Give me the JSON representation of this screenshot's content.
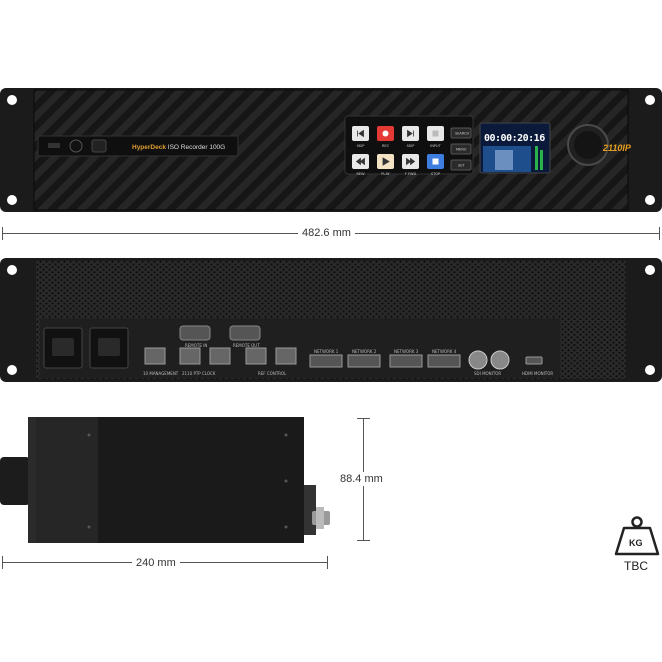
{
  "front": {
    "brand": "HyperDeck",
    "model": "ISO Recorder 100G",
    "timecode": "00:00:20:16",
    "badge": "2110IP",
    "buttons": [
      {
        "label": "SKIP",
        "color": "#e8e8e8",
        "icon": "skip-back-icon"
      },
      {
        "label": "REC",
        "color": "#e53935",
        "icon": "record-icon"
      },
      {
        "label": "SKIP",
        "color": "#e8e8e8",
        "icon": "skip-forward-icon"
      },
      {
        "label": "INPUT",
        "color": "#e8e8e8",
        "icon": "input-icon"
      },
      {
        "label": "REW",
        "color": "#e8e8e8",
        "icon": "rewind-icon"
      },
      {
        "label": "PLAY",
        "color": "#f3e3c3",
        "icon": "play-icon"
      },
      {
        "label": "F FWD",
        "color": "#e8e8e8",
        "icon": "fast-forward-icon"
      },
      {
        "label": "STOP",
        "color": "#3d7ee0",
        "icon": "stop-icon"
      }
    ],
    "side_buttons": [
      "SEARCH",
      "MENU",
      "SET"
    ]
  },
  "rear": {
    "labels": [
      "10 MANAGEMENT",
      "2110 PTP CLOCK",
      "REF CONTROL",
      "REMOTE IN",
      "REMOTE OUT",
      "NETWORK 1",
      "NETWORK 2",
      "NETWORK 3",
      "NETWORK 4",
      "SDI MONITOR",
      "HDMI MONITOR"
    ]
  },
  "dimensions": {
    "width": "482.6 mm",
    "height": "88.4 mm",
    "depth": "240 mm"
  },
  "weight": {
    "unit": "KG",
    "value": "TBC"
  }
}
